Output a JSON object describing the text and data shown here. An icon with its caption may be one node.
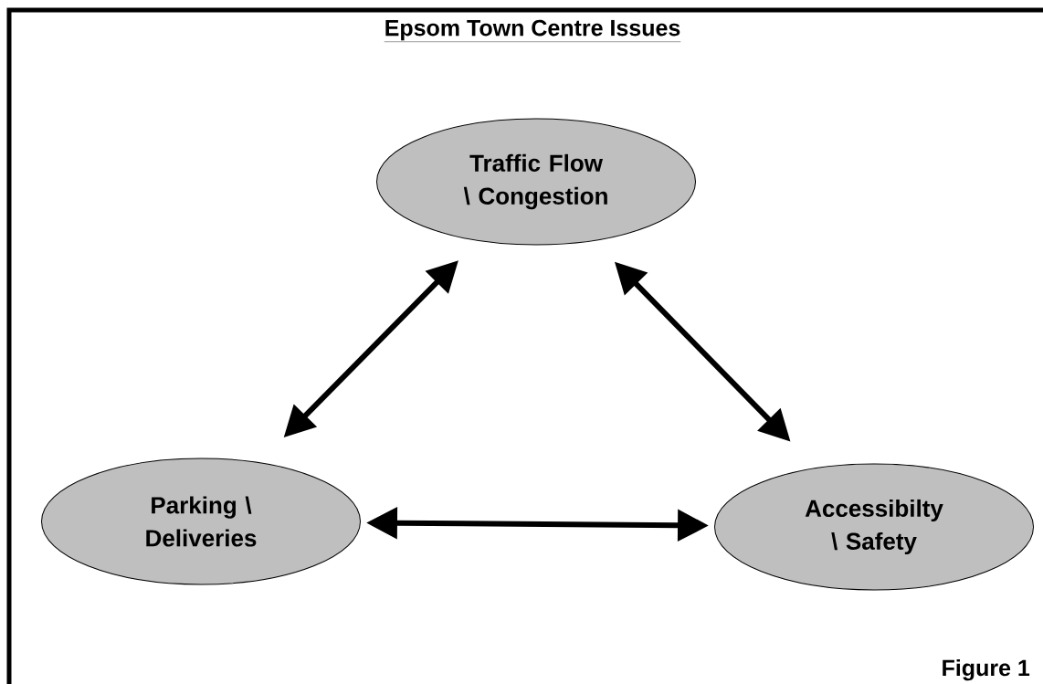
{
  "diagram": {
    "title": "Epsom Town Centre Issues",
    "caption": "Figure 1",
    "nodes": [
      {
        "text": [
          "Traffic Flow \\ Congestion"
        ]
      },
      {
        "text": [
          "Parking \\ Deliveries"
        ]
      },
      {
        "text": [
          "Accessibilty \\ Safety"
        ]
      }
    ],
    "edges": [
      {
        "from": 1,
        "to": 0,
        "arrow": "both"
      },
      {
        "from": 0,
        "to": 2,
        "arrow": "both"
      },
      {
        "from": 1,
        "to": 2,
        "arrow": "both"
      }
    ]
  }
}
